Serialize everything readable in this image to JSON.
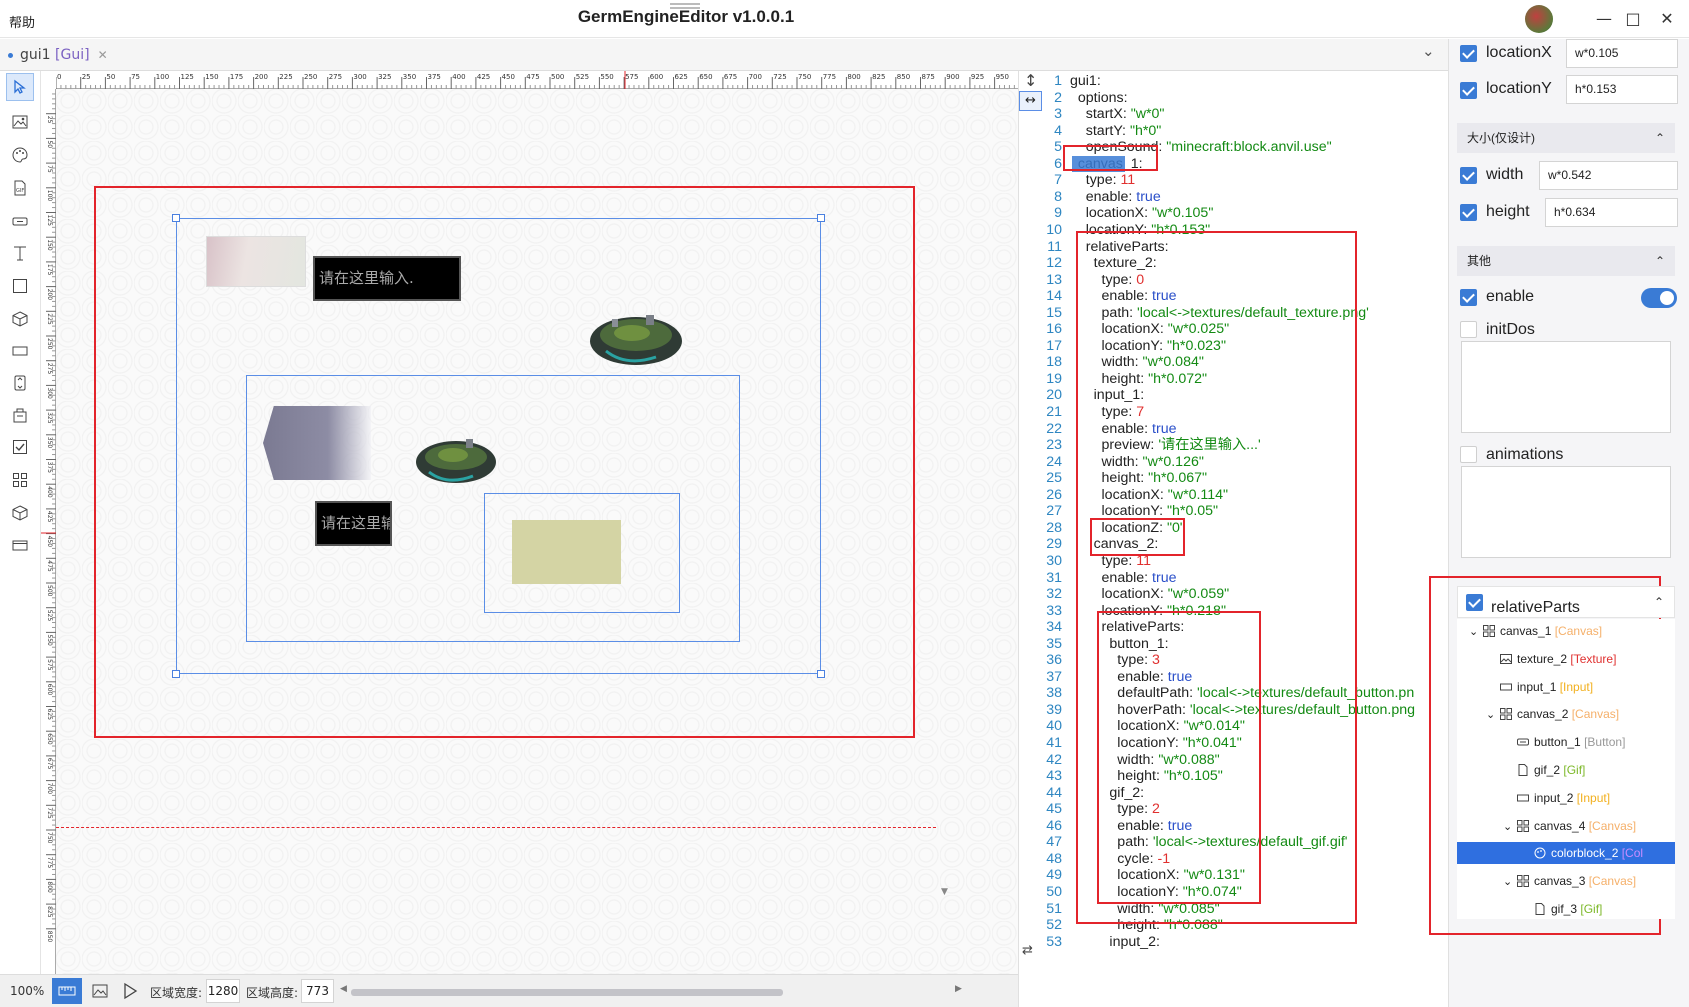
{
  "window": {
    "title": "GermEngineEditor v1.0.0.1",
    "menu_help": "帮助"
  },
  "tabs": [
    {
      "label": "gui1",
      "kind": "[Gui]"
    }
  ],
  "ruler": {
    "top_ticks": [
      "0",
      "25",
      "50",
      "75",
      "100",
      "125",
      "150",
      "175",
      "200",
      "225",
      "250",
      "275",
      "300",
      "325",
      "350",
      "375",
      "400",
      "425",
      "450",
      "475",
      "500",
      "525",
      "550",
      "575",
      "600",
      "625",
      "650",
      "675",
      "700",
      "725",
      "750",
      "775",
      "800",
      "825",
      "850",
      "875",
      "900",
      "925",
      "950"
    ],
    "left_ticks": [
      "25",
      "50",
      "75",
      "100",
      "125",
      "150",
      "175",
      "200",
      "225",
      "250",
      "275",
      "300",
      "325",
      "350",
      "375",
      "400",
      "425",
      "450",
      "475",
      "500",
      "525",
      "550",
      "575",
      "600",
      "625",
      "650",
      "675",
      "700",
      "725",
      "750",
      "775",
      "800",
      "825",
      "850"
    ]
  },
  "canvas": {
    "input_preview_1": "请在这里输入.",
    "input_preview_2": "请在这里输"
  },
  "bottom": {
    "zoom": "100%",
    "width_label": "区域宽度:",
    "width_value": "1280",
    "height_label": "区域高度:",
    "height_value": "773"
  },
  "code_lines": [
    [
      {
        "t": "gui1:",
        "c": "k"
      }
    ],
    [
      {
        "t": "  options:",
        "c": "k"
      }
    ],
    [
      {
        "t": "    startX: ",
        "c": "k"
      },
      {
        "t": "\"w*0\"",
        "c": "s"
      }
    ],
    [
      {
        "t": "    startY: ",
        "c": "k"
      },
      {
        "t": "\"h*0\"",
        "c": "s"
      }
    ],
    [
      {
        "t": "    openSound: ",
        "c": "k"
      },
      {
        "t": "\"minecraft:block.anvil.use\"",
        "c": "s"
      }
    ],
    [
      {
        "t": "  canvas_1",
        "c": "k"
      },
      {
        "t": ":",
        "c": "k"
      }
    ],
    [
      {
        "t": "    type: ",
        "c": "k"
      },
      {
        "t": "11",
        "c": "n"
      }
    ],
    [
      {
        "t": "    enable: ",
        "c": "k"
      },
      {
        "t": "true",
        "c": "b"
      }
    ],
    [
      {
        "t": "    locationX: ",
        "c": "k"
      },
      {
        "t": "\"w*0.105\"",
        "c": "s"
      }
    ],
    [
      {
        "t": "    locationY: ",
        "c": "k"
      },
      {
        "t": "\"h*0.153\"",
        "c": "s"
      }
    ],
    [
      {
        "t": "    relativeParts:",
        "c": "k"
      }
    ],
    [
      {
        "t": "      texture_2:",
        "c": "k"
      }
    ],
    [
      {
        "t": "        type: ",
        "c": "k"
      },
      {
        "t": "0",
        "c": "n"
      }
    ],
    [
      {
        "t": "        enable: ",
        "c": "k"
      },
      {
        "t": "true",
        "c": "b"
      }
    ],
    [
      {
        "t": "        path: ",
        "c": "k"
      },
      {
        "t": "'local<->textures/default_texture.png'",
        "c": "s"
      }
    ],
    [
      {
        "t": "        locationX: ",
        "c": "k"
      },
      {
        "t": "\"w*0.025\"",
        "c": "s"
      }
    ],
    [
      {
        "t": "        locationY: ",
        "c": "k"
      },
      {
        "t": "\"h*0.023\"",
        "c": "s"
      }
    ],
    [
      {
        "t": "        width: ",
        "c": "k"
      },
      {
        "t": "\"w*0.084\"",
        "c": "s"
      }
    ],
    [
      {
        "t": "        height: ",
        "c": "k"
      },
      {
        "t": "\"h*0.072\"",
        "c": "s"
      }
    ],
    [
      {
        "t": "      input_1:",
        "c": "k"
      }
    ],
    [
      {
        "t": "        type: ",
        "c": "k"
      },
      {
        "t": "7",
        "c": "n"
      }
    ],
    [
      {
        "t": "        enable: ",
        "c": "k"
      },
      {
        "t": "true",
        "c": "b"
      }
    ],
    [
      {
        "t": "        preview: ",
        "c": "k"
      },
      {
        "t": "'请在这里输入...'",
        "c": "s"
      }
    ],
    [
      {
        "t": "        width: ",
        "c": "k"
      },
      {
        "t": "\"w*0.126\"",
        "c": "s"
      }
    ],
    [
      {
        "t": "        height: ",
        "c": "k"
      },
      {
        "t": "\"h*0.067\"",
        "c": "s"
      }
    ],
    [
      {
        "t": "        locationX: ",
        "c": "k"
      },
      {
        "t": "\"w*0.114\"",
        "c": "s"
      }
    ],
    [
      {
        "t": "        locationY: ",
        "c": "k"
      },
      {
        "t": "\"h*0.05\"",
        "c": "s"
      }
    ],
    [
      {
        "t": "        locationZ: ",
        "c": "k"
      },
      {
        "t": "\"0\"",
        "c": "s"
      }
    ],
    [
      {
        "t": "      canvas_2:",
        "c": "k"
      }
    ],
    [
      {
        "t": "        type: ",
        "c": "k"
      },
      {
        "t": "11",
        "c": "n"
      }
    ],
    [
      {
        "t": "        enable: ",
        "c": "k"
      },
      {
        "t": "true",
        "c": "b"
      }
    ],
    [
      {
        "t": "        locationX: ",
        "c": "k"
      },
      {
        "t": "\"w*0.059\"",
        "c": "s"
      }
    ],
    [
      {
        "t": "        locationY: ",
        "c": "k"
      },
      {
        "t": "\"h*0.218\"",
        "c": "s"
      }
    ],
    [
      {
        "t": "        relativeParts:",
        "c": "k"
      }
    ],
    [
      {
        "t": "          button_1:",
        "c": "k"
      }
    ],
    [
      {
        "t": "            type: ",
        "c": "k"
      },
      {
        "t": "3",
        "c": "n"
      }
    ],
    [
      {
        "t": "            enable: ",
        "c": "k"
      },
      {
        "t": "true",
        "c": "b"
      }
    ],
    [
      {
        "t": "            defaultPath: ",
        "c": "k"
      },
      {
        "t": "'local<->textures/default_button.pn",
        "c": "s"
      }
    ],
    [
      {
        "t": "            hoverPath: ",
        "c": "k"
      },
      {
        "t": "'local<->textures/default_button.png",
        "c": "s"
      }
    ],
    [
      {
        "t": "            locationX: ",
        "c": "k"
      },
      {
        "t": "\"w*0.014\"",
        "c": "s"
      }
    ],
    [
      {
        "t": "            locationY: ",
        "c": "k"
      },
      {
        "t": "\"h*0.041\"",
        "c": "s"
      }
    ],
    [
      {
        "t": "            width: ",
        "c": "k"
      },
      {
        "t": "\"w*0.088\"",
        "c": "s"
      }
    ],
    [
      {
        "t": "            height: ",
        "c": "k"
      },
      {
        "t": "\"h*0.105\"",
        "c": "s"
      }
    ],
    [
      {
        "t": "          gif_2:",
        "c": "k"
      }
    ],
    [
      {
        "t": "            type: ",
        "c": "k"
      },
      {
        "t": "2",
        "c": "n"
      }
    ],
    [
      {
        "t": "            enable: ",
        "c": "k"
      },
      {
        "t": "true",
        "c": "b"
      }
    ],
    [
      {
        "t": "            path: ",
        "c": "k"
      },
      {
        "t": "'local<->textures/default_gif.gif'",
        "c": "s"
      }
    ],
    [
      {
        "t": "            cycle: ",
        "c": "k"
      },
      {
        "t": "-1",
        "c": "n"
      }
    ],
    [
      {
        "t": "            locationX: ",
        "c": "k"
      },
      {
        "t": "\"w*0.131\"",
        "c": "s"
      }
    ],
    [
      {
        "t": "            locationY: ",
        "c": "k"
      },
      {
        "t": "\"h*0.074\"",
        "c": "s"
      }
    ],
    [
      {
        "t": "            width: ",
        "c": "k"
      },
      {
        "t": "\"w*0.085\"",
        "c": "s"
      }
    ],
    [
      {
        "t": "            height: ",
        "c": "k"
      },
      {
        "t": "\"h*0.088\"",
        "c": "s"
      }
    ],
    [
      {
        "t": "          input_2:",
        "c": "k"
      }
    ]
  ],
  "props": {
    "locationX": {
      "label": "locationX",
      "value": "w*0.105"
    },
    "locationY": {
      "label": "locationY",
      "value": "h*0.153"
    },
    "size_section": "大小(仅设计)",
    "width": {
      "label": "width",
      "value": "w*0.542"
    },
    "height": {
      "label": "height",
      "value": "h*0.634"
    },
    "other_section": "其他",
    "enable": {
      "label": "enable"
    },
    "initDos": {
      "label": "initDos"
    },
    "animations": {
      "label": "animations"
    },
    "relativeParts": {
      "label": "relativeParts"
    }
  },
  "tree": [
    {
      "name": "canvas_1",
      "type": "[Canvas]",
      "cls": "tc",
      "icon": "canvas",
      "expand": "⌄"
    },
    {
      "name": "texture_2",
      "type": "[Texture]",
      "cls": "tt",
      "icon": "texture",
      "expand": ""
    },
    {
      "name": "input_1",
      "type": "[Input]",
      "cls": "ti",
      "icon": "input",
      "expand": ""
    },
    {
      "name": "canvas_2",
      "type": "[Canvas]",
      "cls": "tc",
      "icon": "canvas",
      "expand": "⌄"
    },
    {
      "name": "button_1",
      "type": "[Button]",
      "cls": "tb",
      "icon": "button",
      "expand": ""
    },
    {
      "name": "gif_2",
      "type": "[Gif]",
      "cls": "tg",
      "icon": "gif",
      "expand": ""
    },
    {
      "name": "input_2",
      "type": "[Input]",
      "cls": "ti",
      "icon": "input",
      "expand": ""
    },
    {
      "name": "canvas_4",
      "type": "[Canvas]",
      "cls": "tc",
      "icon": "canvas",
      "expand": "⌄"
    },
    {
      "name": "colorblock_2",
      "type": "[Col",
      "cls": "tc",
      "icon": "colorblock",
      "expand": "",
      "selected": true
    },
    {
      "name": "canvas_3",
      "type": "[Canvas]",
      "cls": "tc",
      "icon": "canvas",
      "expand": "⌄"
    },
    {
      "name": "gif_3",
      "type": "[Gif]",
      "cls": "tg",
      "icon": "gif",
      "expand": ""
    }
  ],
  "colors": {
    "accent": "#3a7bd5",
    "highlight_red": "#e3242b",
    "frame_blue": "#5b8ee6"
  }
}
